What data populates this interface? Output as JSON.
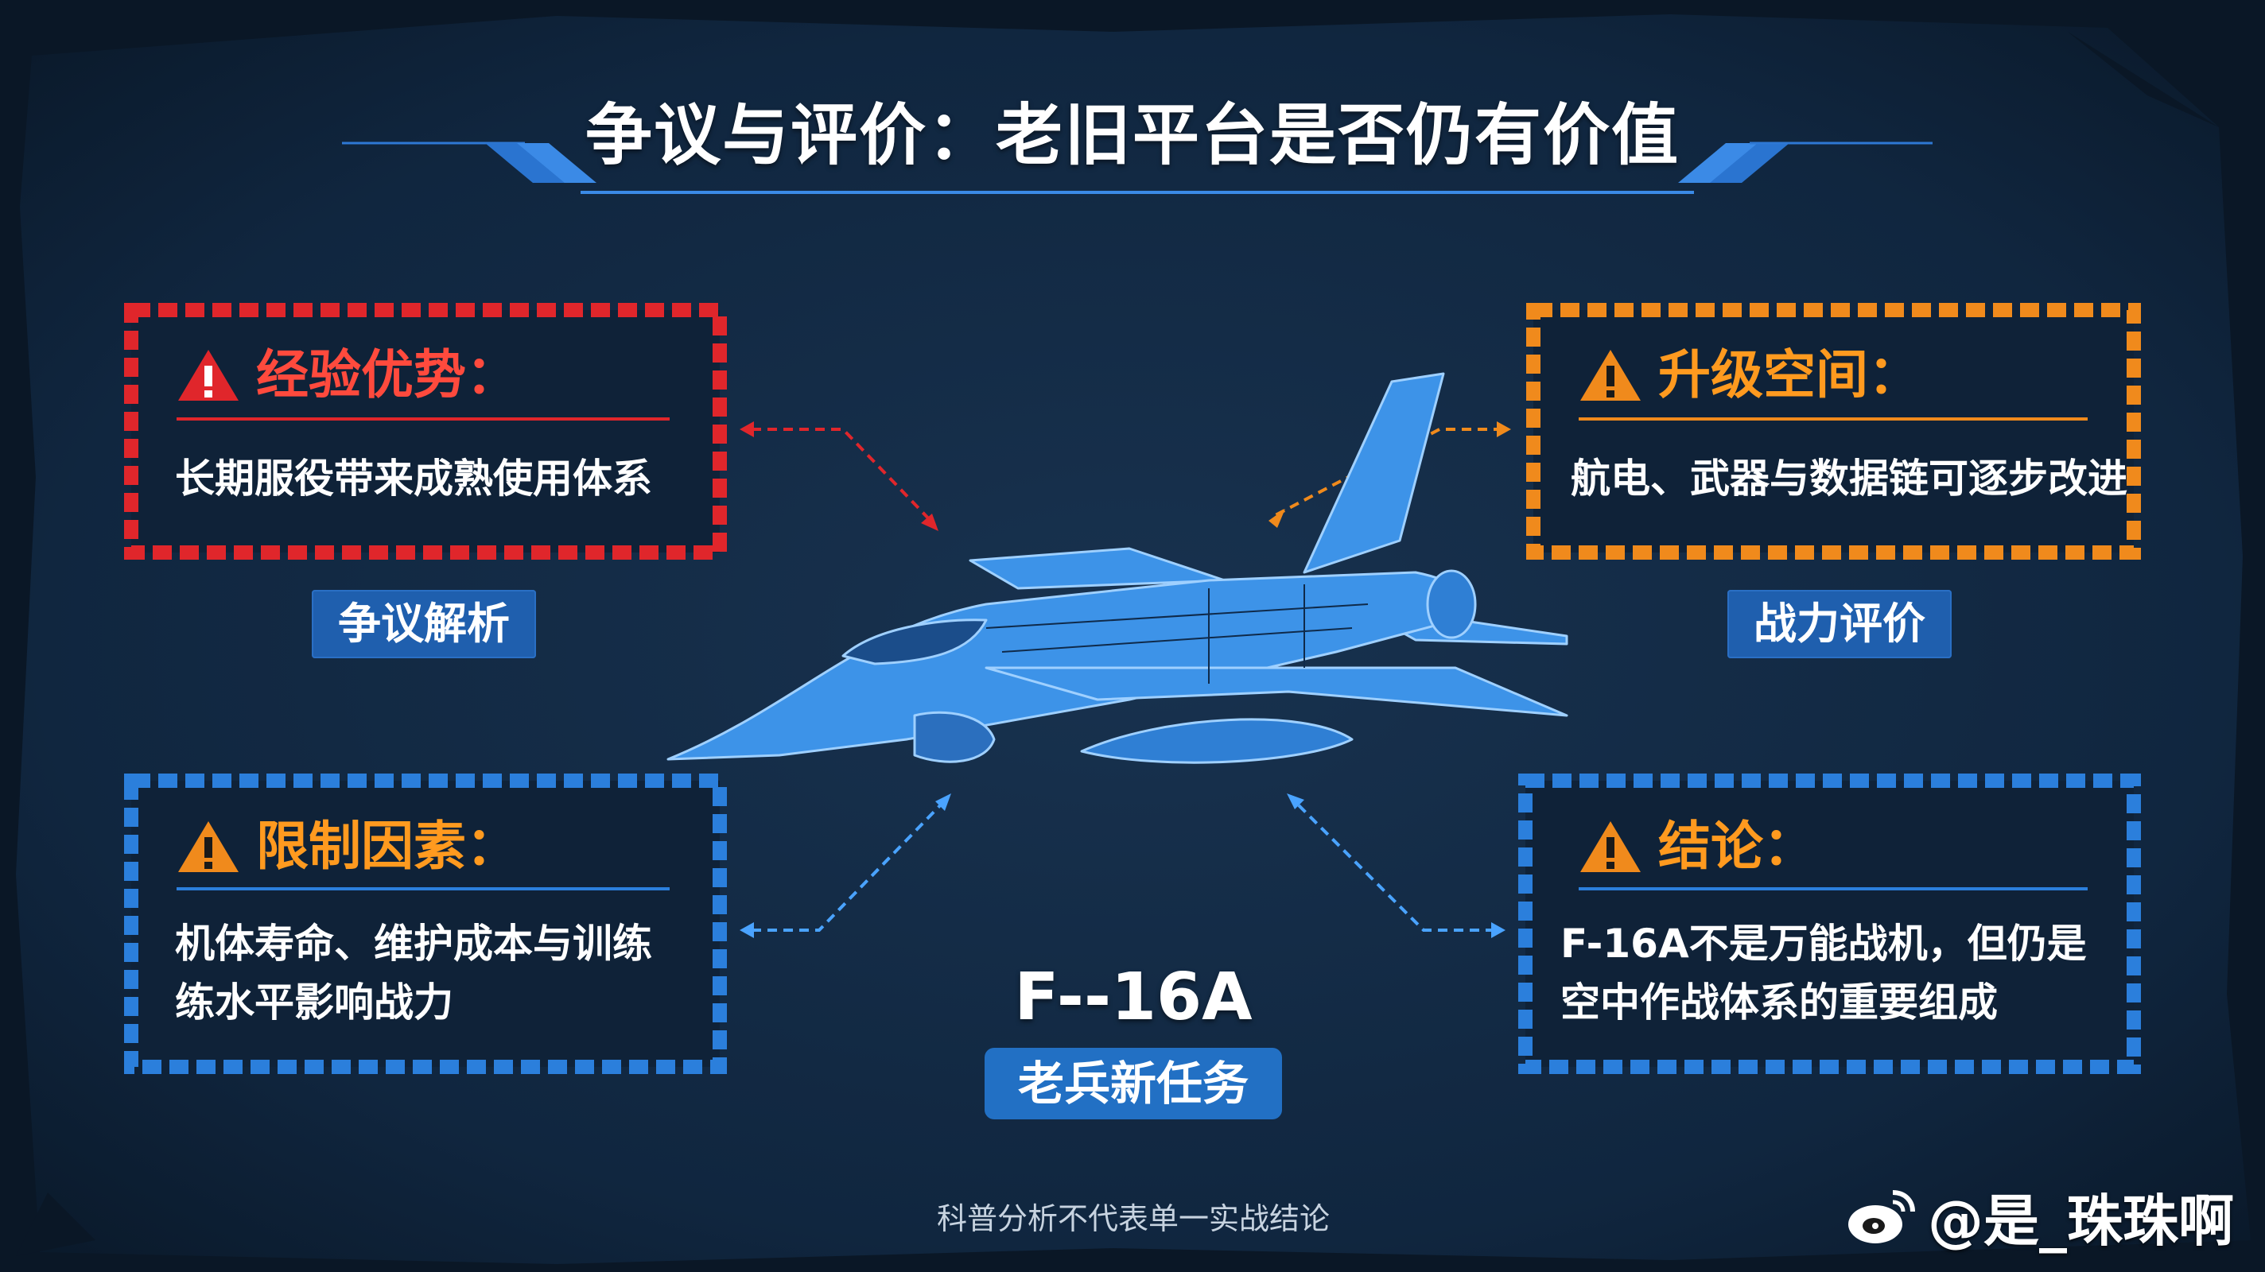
{
  "title": "争议与评价：老旧平台是否仍有价值",
  "cards": {
    "experience": {
      "heading": "经验优势：",
      "lines": [
        "长期服役带来成熟使用体系"
      ],
      "accent": "#e0262b",
      "heading_color": "#ff4a3d"
    },
    "upgrade": {
      "heading": "升级空间：",
      "lines": [
        "航电、武器与数据链可逐步改进"
      ],
      "accent": "#f08a1c",
      "heading_color": "#ff9a1f"
    },
    "limits": {
      "heading": "限制因素：",
      "lines": [
        "机体寿命、维护成本与训练",
        "练水平影响战力"
      ],
      "accent": "#2b7fdc",
      "heading_color": "#ff9a1f"
    },
    "conclusion": {
      "heading": "结论：",
      "lines": [
        "F-16A不是万能战机，但仍是",
        "空中作战体系的重要组成"
      ],
      "accent": "#2b7fdc",
      "heading_color": "#ff9a1f"
    }
  },
  "pills": {
    "left": "争议解析",
    "right": "战力评价"
  },
  "model": "F--16A",
  "model_tag": "老兵新任务",
  "footnote": "科普分析不代表单一实战结论",
  "watermark": {
    "icon": "weibo-icon",
    "handle": "@是_珠珠啊"
  },
  "icons": {
    "warning": "warning-triangle-icon",
    "aircraft": "f16-jet-illustration"
  },
  "colors": {
    "background": "#0e2238",
    "blueprint": "#4aa3ff",
    "pill": "#1f5fae"
  }
}
